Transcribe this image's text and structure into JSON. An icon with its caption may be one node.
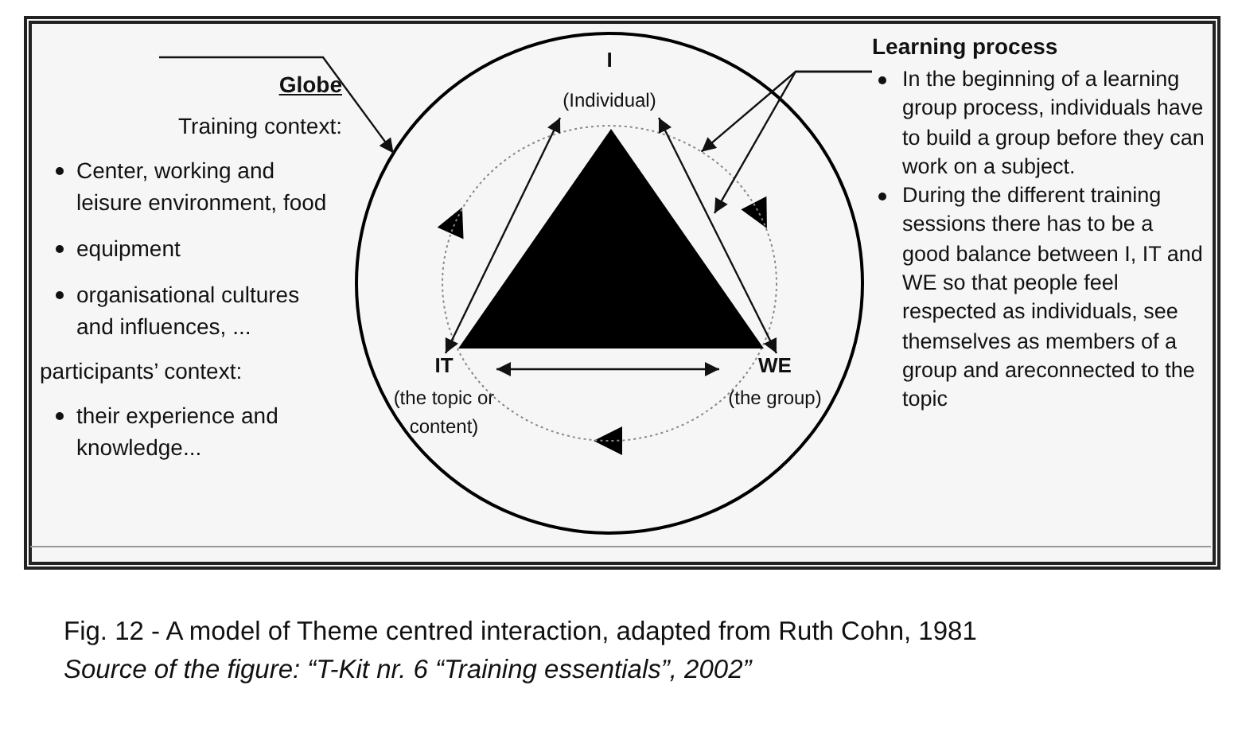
{
  "diagram": {
    "caption": "Fig. 12 - A model of Theme centred interaction, adapted from Ruth Cohn, 1981",
    "nodes": [
      {
        "text": [
          "Globe",
          "Training context:",
          "Center, working and leisure environment, food",
          "equipment",
          "organisational cultures and influences, ...",
          "participants’ context:",
          "their experience and knowledge..."
        ]
      },
      {
        "text": [],
        "shape": "circle"
      },
      {
        "text": [],
        "shape": "circle",
        "in": 1
      },
      {
        "text": [],
        "shape": "triangle",
        "in": 2
      },
      {
        "text": [
          "I",
          "(Individual)"
        ],
        "in": 1
      },
      {
        "text": [
          "IT",
          "(the topic or content)"
        ],
        "in": 1
      },
      {
        "text": [
          "WE",
          "(the group)"
        ],
        "in": 1
      },
      {
        "text": [
          "Learning process",
          "In the beginning of a learning group process, individuals have to build a group before they can work on a subject.",
          "During the different training sessions there has to be a good balance between I, IT and WE so that people feel respected as individuals, see themselves as members of a group and areconnected to the topic"
        ]
      }
    ],
    "edges": [
      {
        "from": 0,
        "to": 1,
        "arrow": "to"
      },
      {
        "from": 7,
        "to": 2,
        "arrow": "to"
      },
      {
        "from": 7,
        "to": 3,
        "arrow": "to"
      },
      {
        "from": 4,
        "to": 5,
        "arrow": "both"
      },
      {
        "from": 4,
        "to": 6,
        "arrow": "both"
      },
      {
        "from": 5,
        "to": 6,
        "arrow": "both"
      }
    ],
    "labels": [
      "Source of the figure: “T-Kit nr. 6 “Training essentials”, 2002”"
    ]
  }
}
